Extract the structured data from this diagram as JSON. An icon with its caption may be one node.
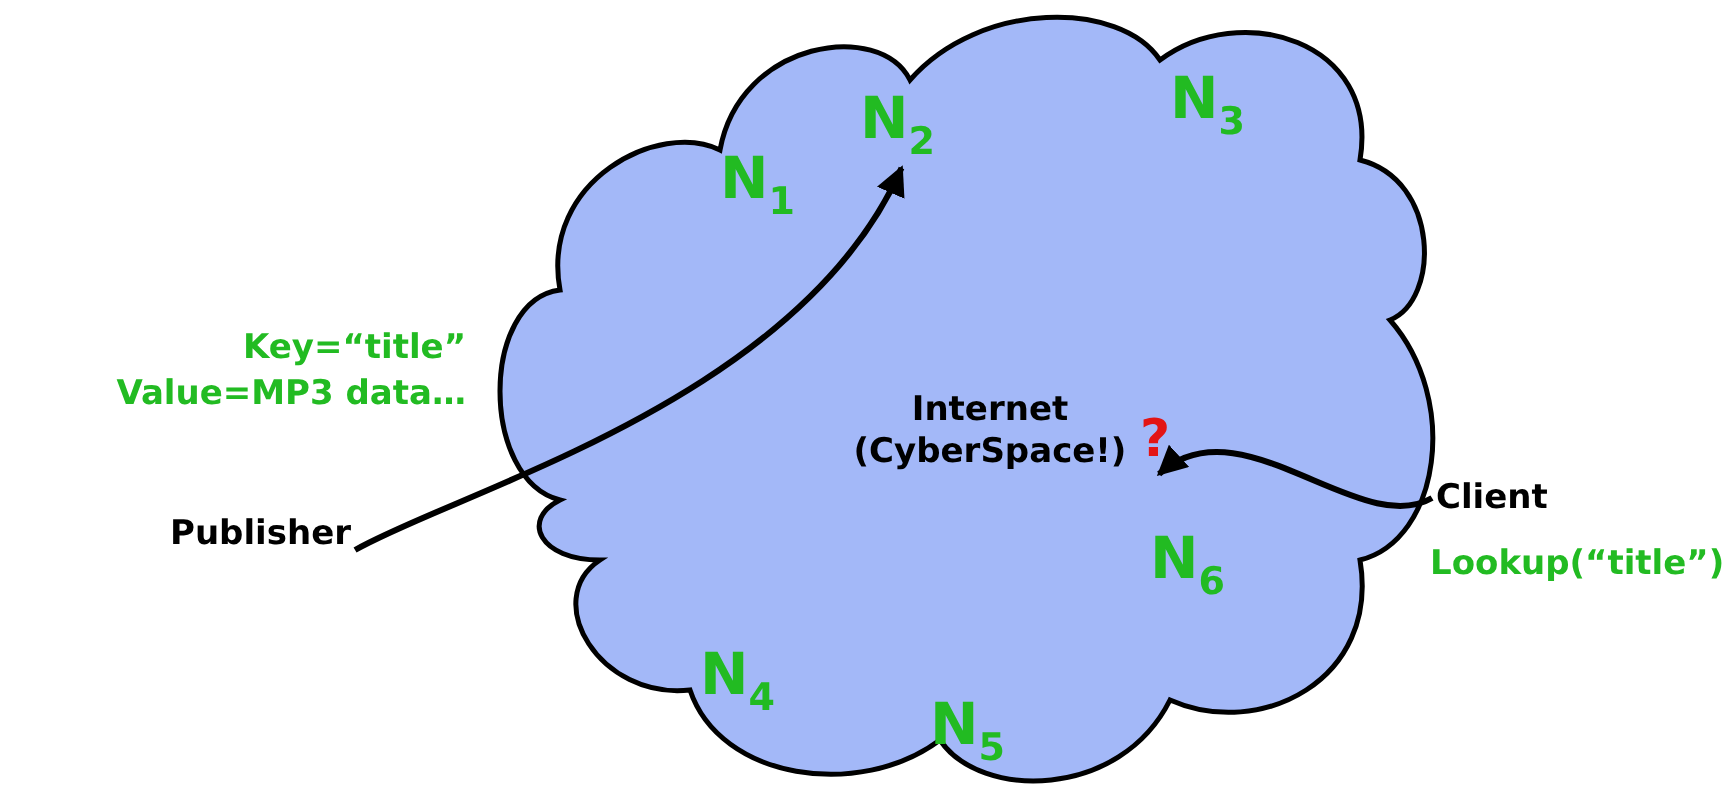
{
  "diagram": {
    "nodes": [
      {
        "text": [
          "Internet (CyberSpace!)"
        ]
      },
      {
        "text": [
          "N$_{1}$"
        ],
        "in": 0
      },
      {
        "text": [
          "N$_{2}$"
        ],
        "in": 0
      },
      {
        "text": [
          "N$_{3}$"
        ],
        "in": 0
      },
      {
        "text": [
          "N$_{4}$"
        ],
        "in": 0
      },
      {
        "text": [
          "N$_{5}$"
        ],
        "in": 0
      },
      {
        "text": [
          "N$_{6}$"
        ],
        "in": 0
      },
      {
        "text": [
          "?"
        ],
        "in": 0
      },
      {
        "text": [
          "Publisher"
        ],
        "beside": [
          "Key=“title”",
          "Value=MP3 data…"
        ]
      },
      {
        "text": [
          "Client"
        ],
        "beside": [
          "Lookup(“title”)"
        ]
      }
    ],
    "edges": [
      {
        "from": 8,
        "to": 2,
        "arrow": "to"
      },
      {
        "from": 9,
        "to": 7,
        "arrow": "to"
      }
    ]
  }
}
